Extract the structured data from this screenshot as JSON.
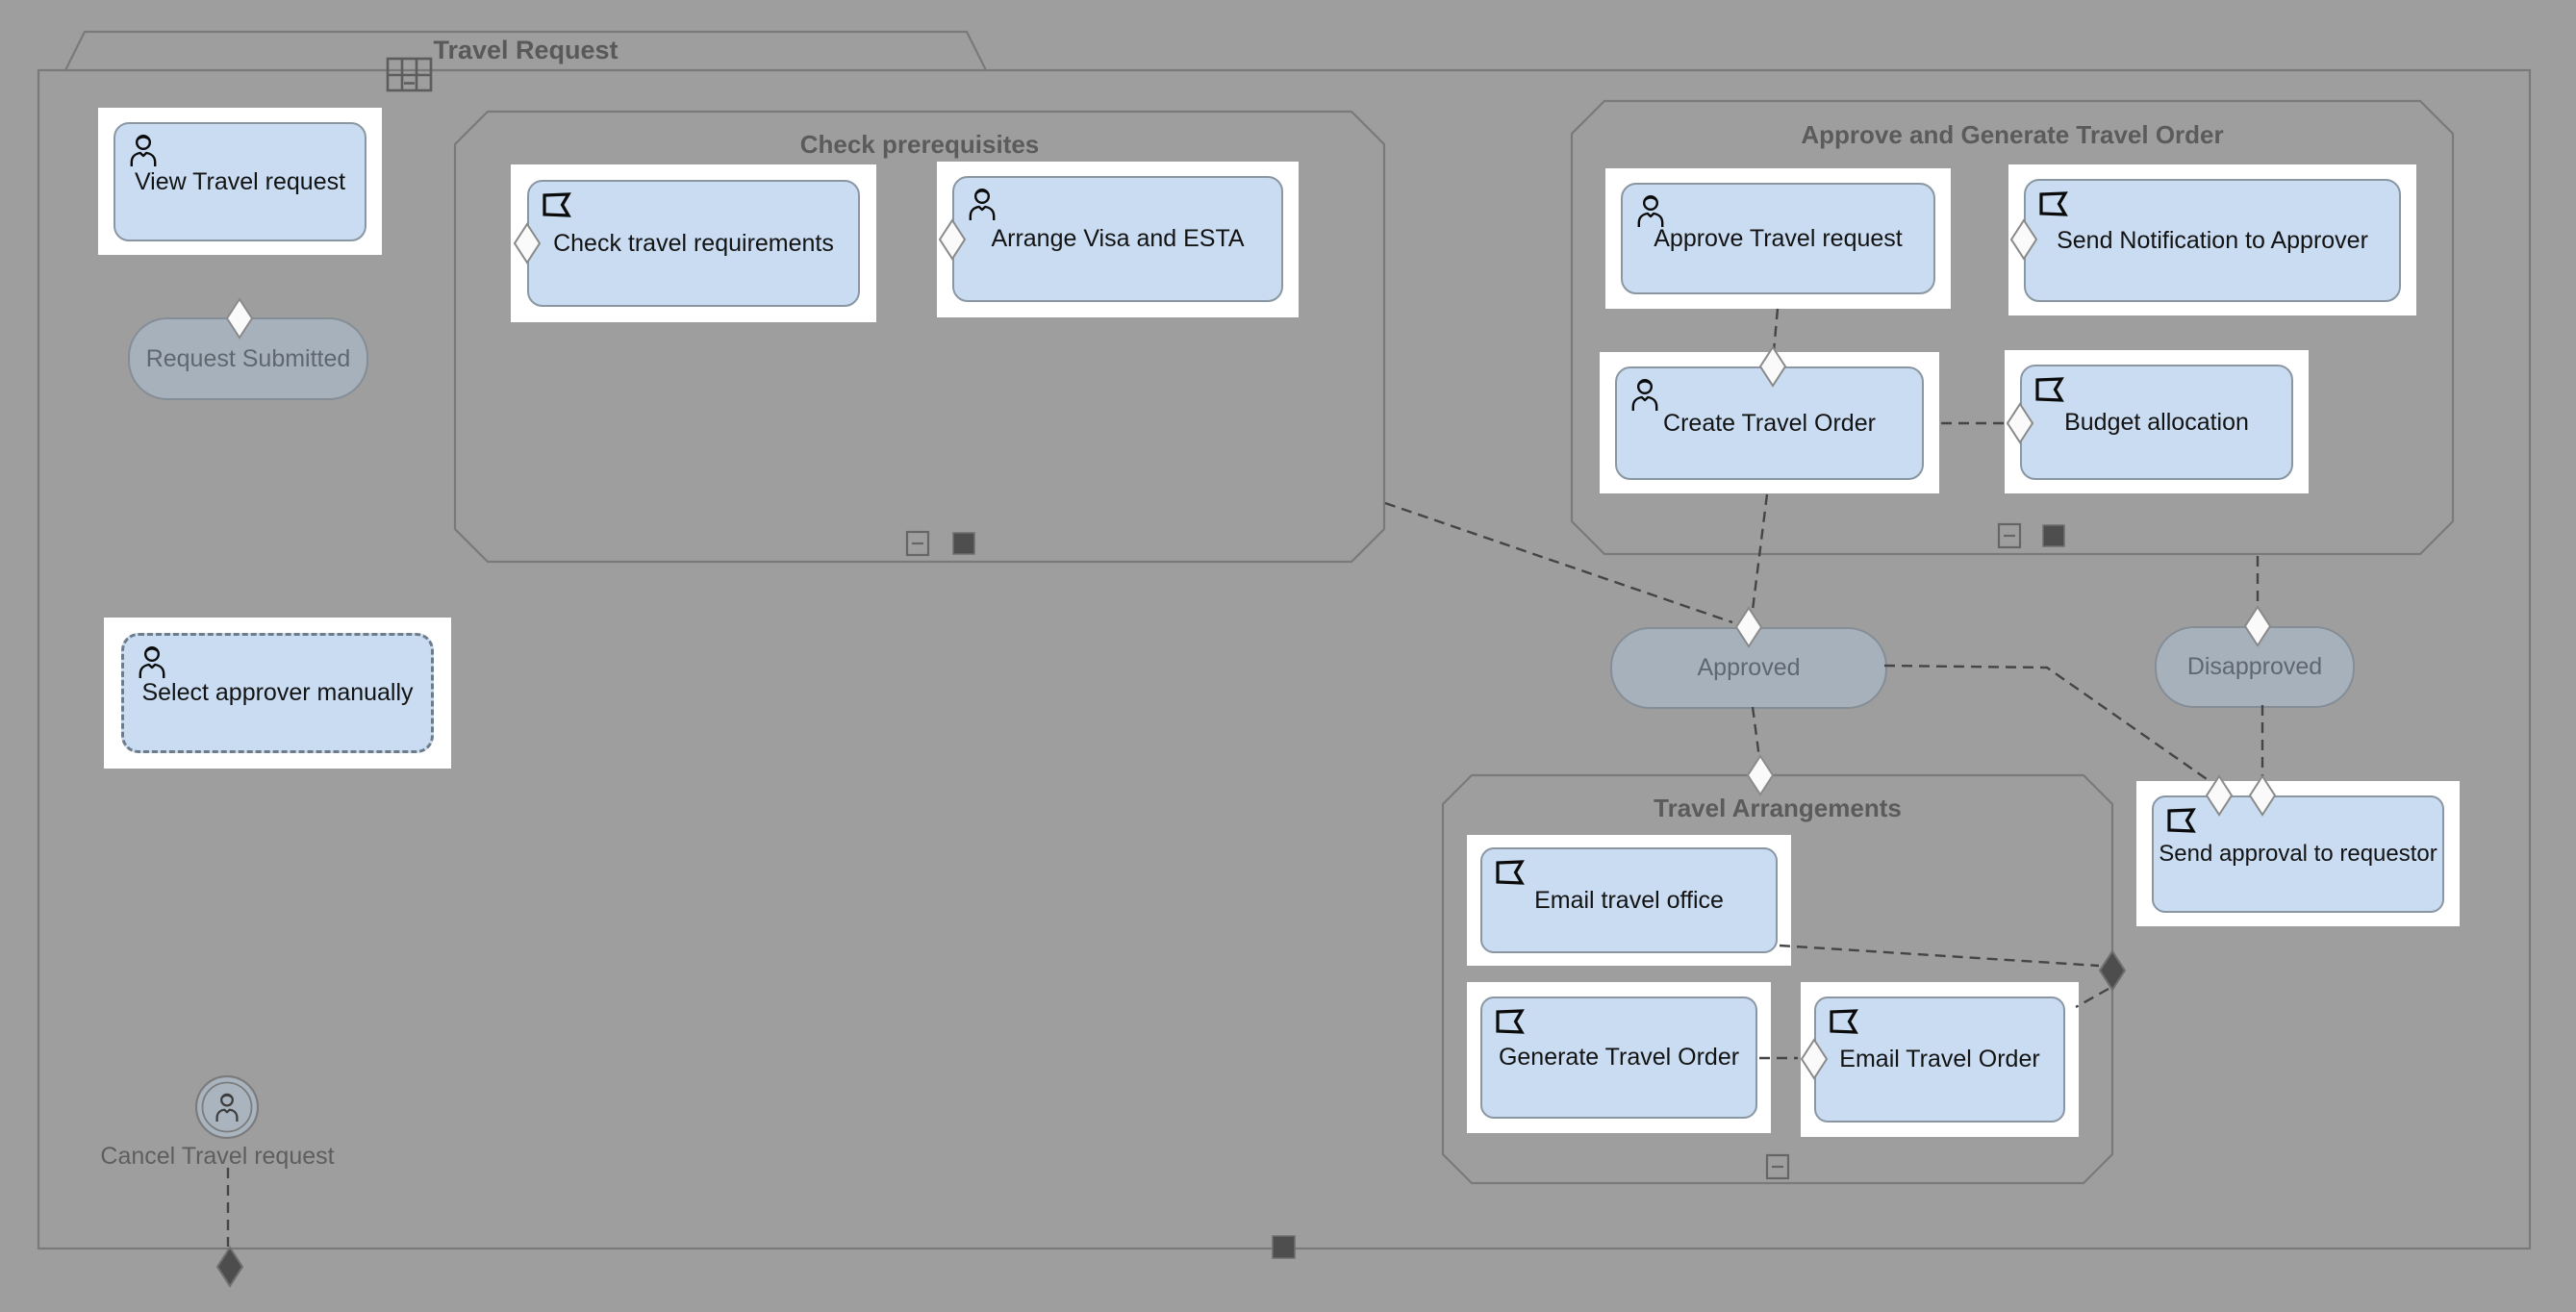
{
  "header": {
    "tab_title": "Travel Request"
  },
  "stages": {
    "check_prerequisites": {
      "title": "Check prerequisites"
    },
    "approve_generate": {
      "title": "Approve and Generate Travel Order"
    },
    "travel_arrangements": {
      "title": "Travel Arrangements"
    }
  },
  "tasks": {
    "view_travel_request": {
      "label": "View Travel request",
      "type": "human"
    },
    "check_travel_requirements": {
      "label": "Check travel requirements",
      "type": "process"
    },
    "arrange_visa_esta": {
      "label": "Arrange Visa and ESTA",
      "type": "human"
    },
    "approve_travel_request": {
      "label": "Approve Travel request",
      "type": "human"
    },
    "send_notification_approver": {
      "label": "Send Notification to Approver",
      "type": "process"
    },
    "create_travel_order": {
      "label": "Create Travel Order",
      "type": "human"
    },
    "budget_allocation": {
      "label": "Budget allocation",
      "type": "process"
    },
    "select_approver_manually": {
      "label": "Select approver manually",
      "type": "human",
      "discretionary": true
    },
    "email_travel_office": {
      "label": "Email travel office",
      "type": "process"
    },
    "generate_travel_order": {
      "label": "Generate Travel Order",
      "type": "process"
    },
    "email_travel_order": {
      "label": "Email Travel Order",
      "type": "process"
    },
    "send_approval_requestor": {
      "label": "Send approval to requestor",
      "type": "process"
    }
  },
  "milestones": {
    "request_submitted": {
      "label": "Request Submitted"
    },
    "approved": {
      "label": "Approved"
    },
    "disapproved": {
      "label": "Disapproved"
    }
  },
  "events": {
    "cancel_travel_request": {
      "label": "Cancel Travel request"
    }
  },
  "colors": {
    "background": "#9e9e9e",
    "task_fill": "#c9dcf1",
    "task_border": "#8a97a3",
    "selection_card": "#ffffff",
    "milestone_fill": "#a6b1bc",
    "outline": "#7a7a7a",
    "connector": "#454545",
    "sentry_fill": "#fafafa",
    "exit_criterion_fill": "#4d4d4d"
  }
}
